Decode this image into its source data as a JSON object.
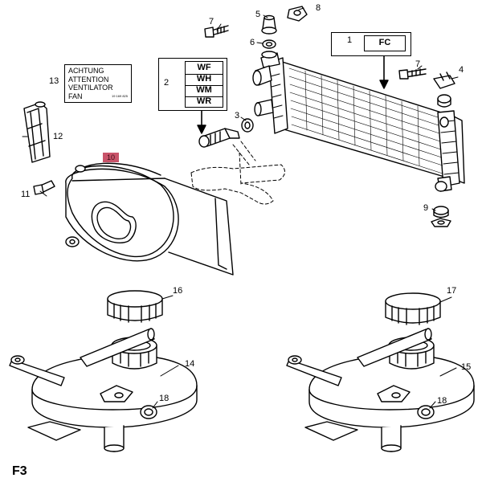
{
  "callouts": {
    "c1": "1",
    "c2": "2",
    "c3": "3",
    "c4": "4",
    "c5": "5",
    "c6": "6",
    "c7a": "7",
    "c7b": "7",
    "c8": "8",
    "c9": "9",
    "c10": "10",
    "c11": "11",
    "c12": "12",
    "c13": "13",
    "c14": "14",
    "c15": "15",
    "c16": "16",
    "c17": "17",
    "c18a": "18",
    "c18b": "18"
  },
  "code_box_2": [
    "WF",
    "WH",
    "WM",
    "WR"
  ],
  "code_box_1": [
    "FC"
  ],
  "warning_label": {
    "line1": "ACHTUNG",
    "line2": "ATTENTION",
    "line3": "VENTILATOR",
    "line4": "FAN",
    "part_no": "19 169 825"
  },
  "page_id": "F3",
  "colors": {
    "highlight": "#c9546a",
    "ink": "#000000",
    "background": "#ffffff"
  }
}
